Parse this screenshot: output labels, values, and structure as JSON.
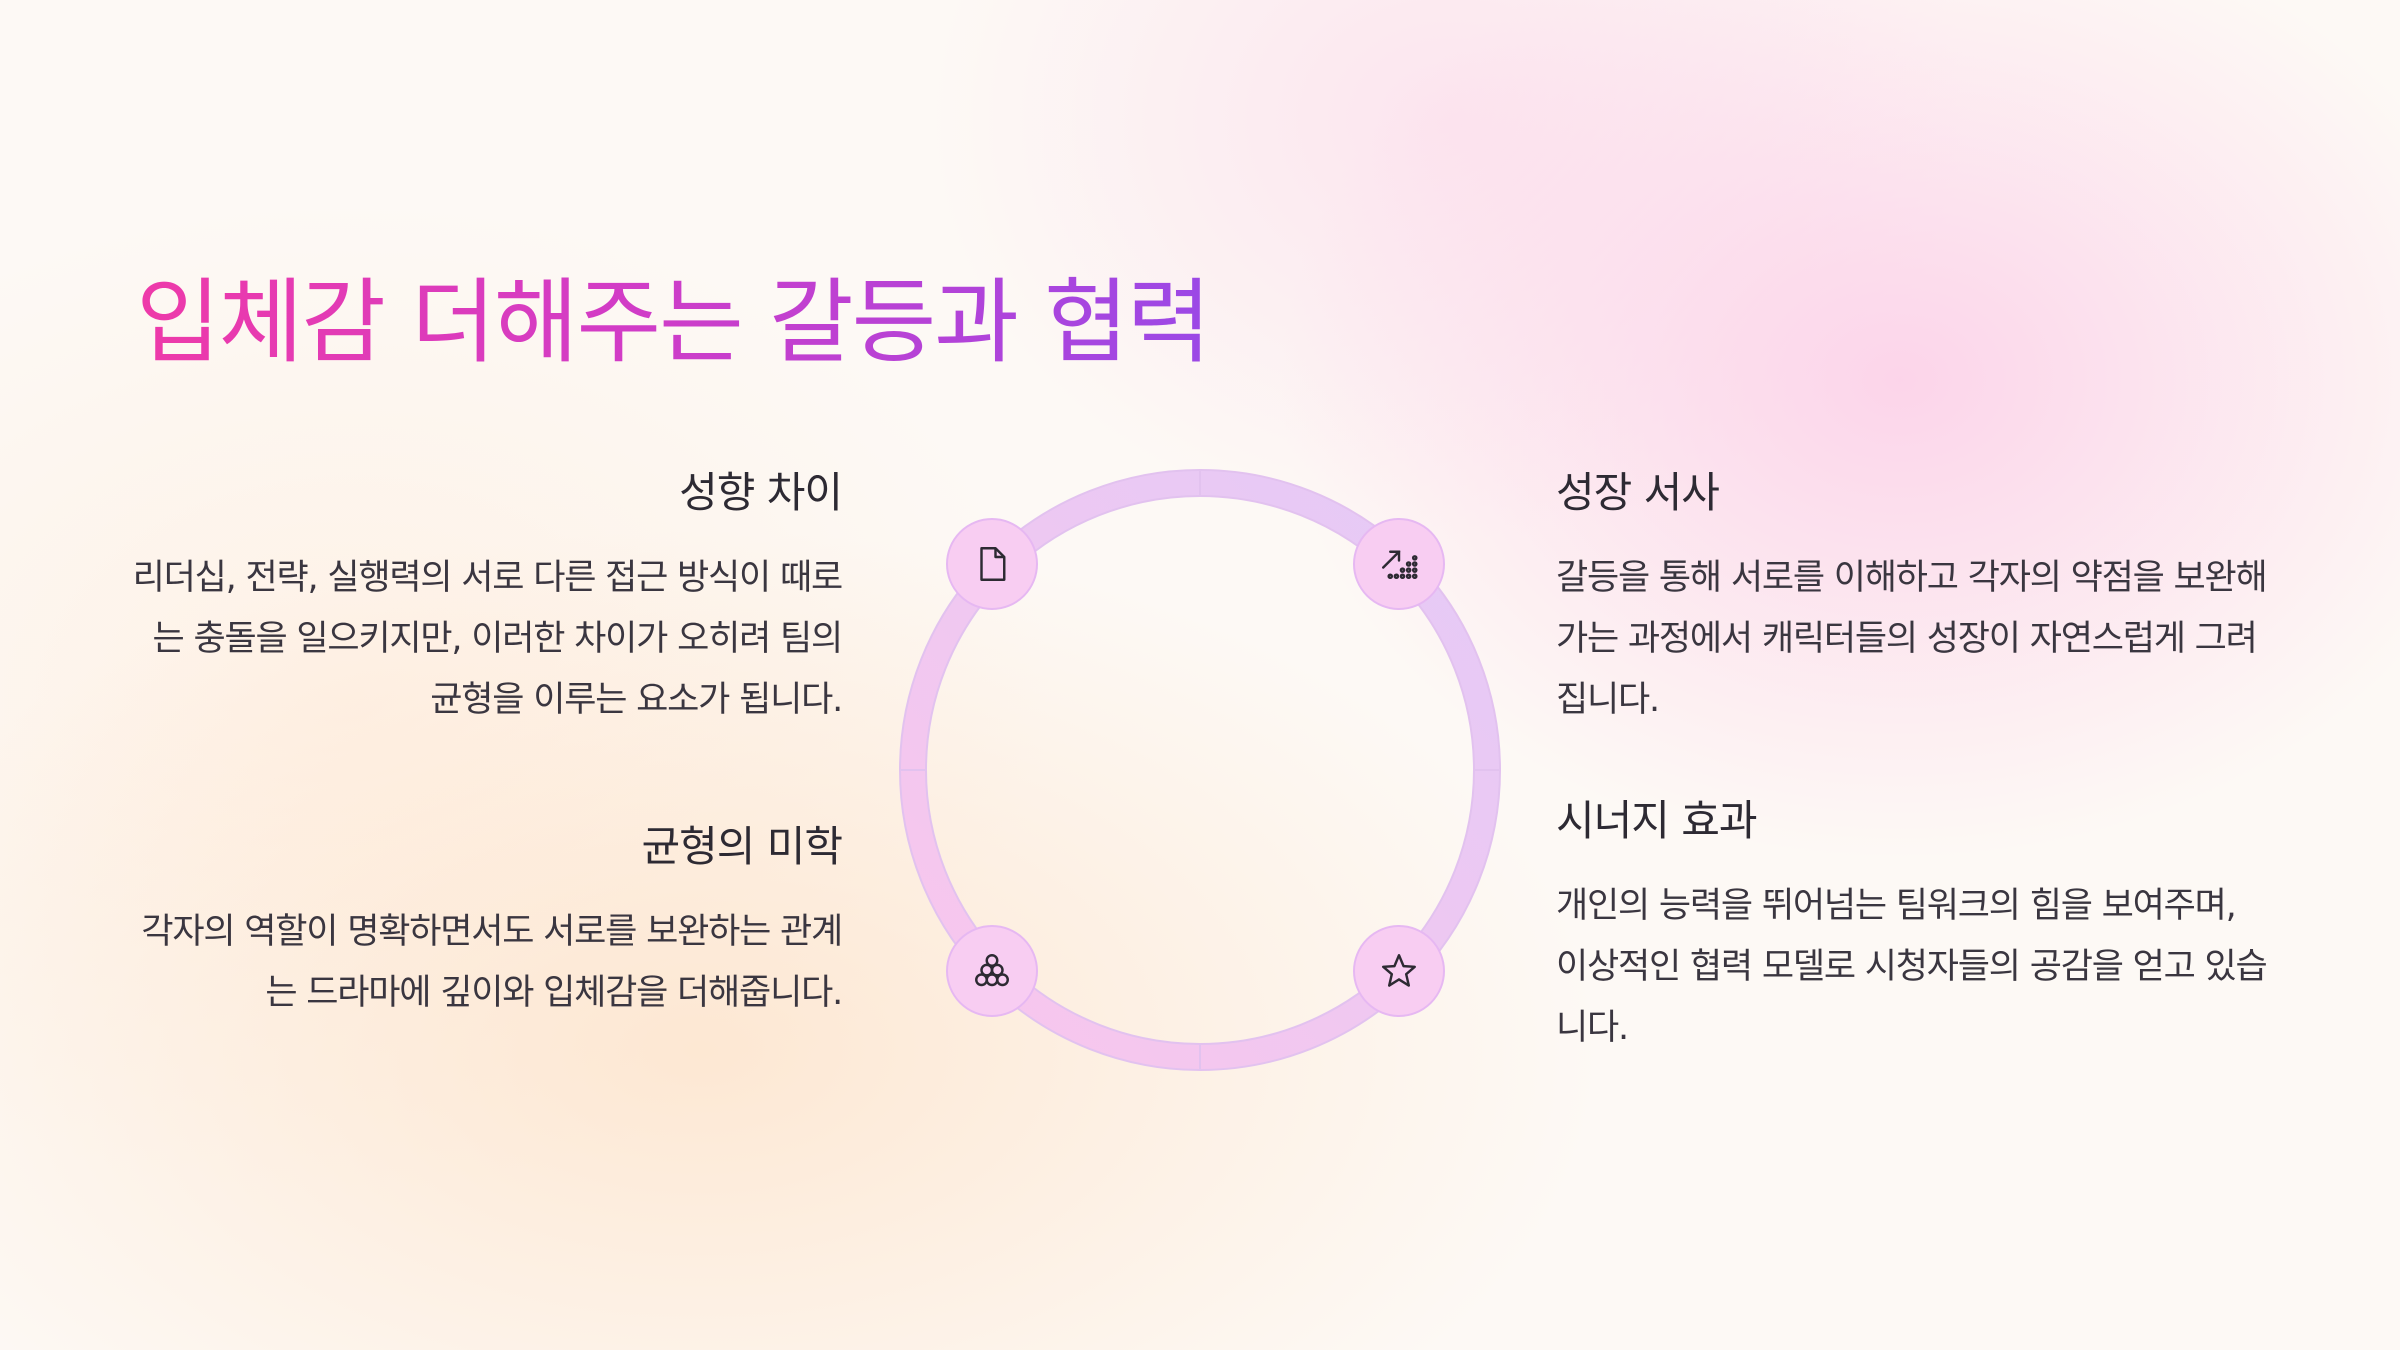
{
  "title": "입체감 더해주는 갈등과 협력",
  "sections": [
    {
      "heading": "성향 차이",
      "body": "리더십, 전략, 실행력의 서로 다른 접근 방식이 때로는 충돌을 일으키지만, 이러한 차이가 오히려 팀의 균형을 이루는 요소가 됩니다."
    },
    {
      "heading": "균형의 미학",
      "body": "각자의 역할이 명확하면서도 서로를 보완하는 관계는 드라마에 깊이와 입체감을 더해줍니다."
    },
    {
      "heading": "성장 서사",
      "body": "갈등을 통해 서로를 이해하고 각자의 약점을 보완해가는 과정에서 캐릭터들의 성장이 자연스럽게 그려집니다."
    },
    {
      "heading": "시너지 효과",
      "body": "개인의 능력을 뛰어넘는 팀워크의 힘을 보여주며, 이상적인 협력 모델로 시청자들의 공감을 얻고 있습니다."
    }
  ],
  "diagram": {
    "nodes": [
      {
        "icon": "document-icon"
      },
      {
        "icon": "growth-chart-icon"
      },
      {
        "icon": "group-circles-icon"
      },
      {
        "icon": "star-icon"
      }
    ],
    "colors": {
      "ring_start": "#f9c9ec",
      "ring_end": "#e6c9f6",
      "node_fill": "#f8cdf2",
      "node_border": "#e6b8f2",
      "icon_stroke": "#2d2a33"
    }
  },
  "colors": {
    "title_gradient_start": "#ee3aa9",
    "title_gradient_end": "#9b48e6",
    "heading": "#2d2a33",
    "body": "#3a3640"
  }
}
